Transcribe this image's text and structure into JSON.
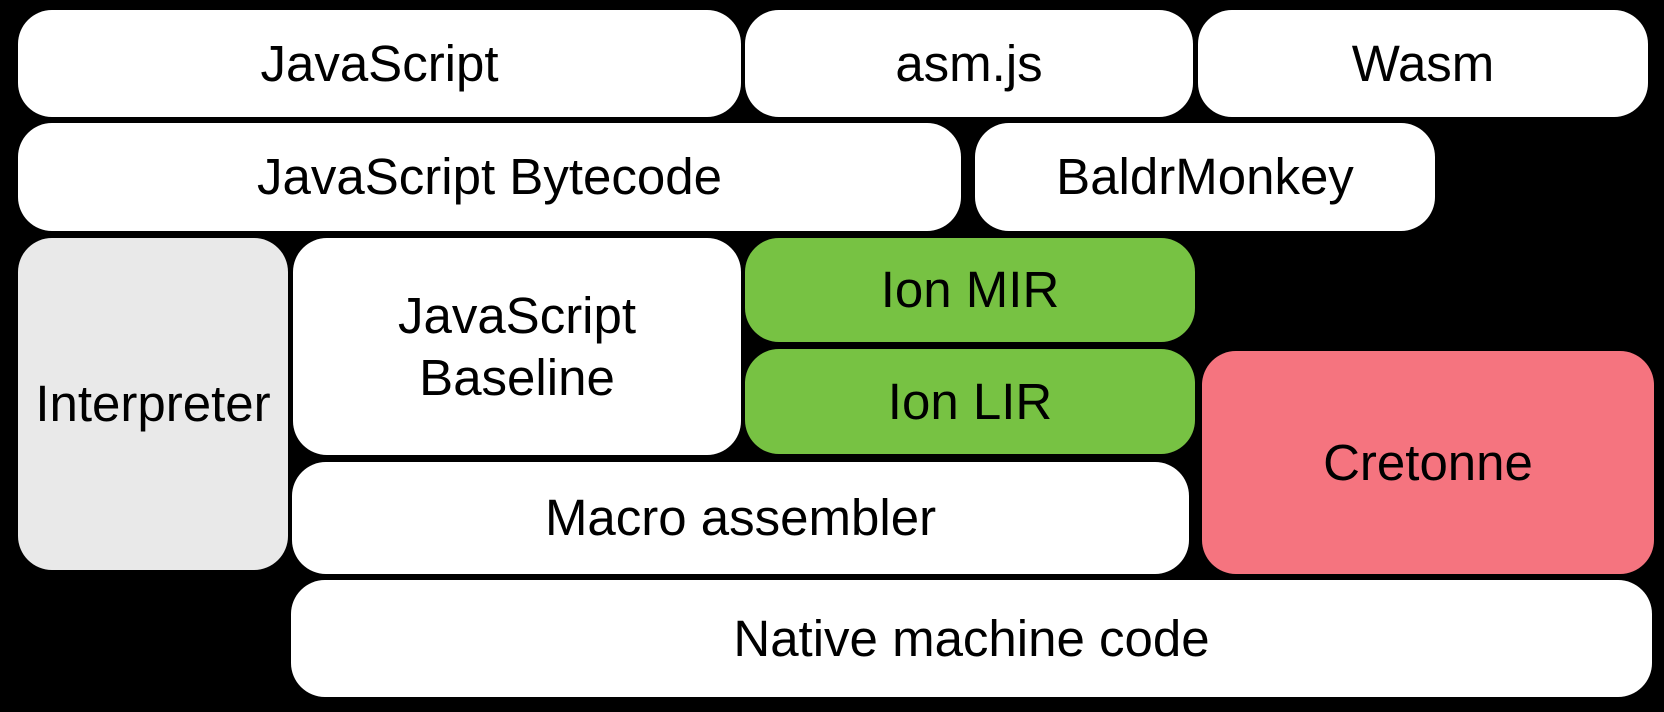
{
  "colors": {
    "background": "#000000",
    "box_white": "#ffffff",
    "box_gray": "#e9e9e9",
    "box_green": "#77c243",
    "box_pink": "#f5747f",
    "label_text": "#000000"
  },
  "boxes": {
    "javascript": {
      "label": "JavaScript"
    },
    "asmjs": {
      "label": "asm.js"
    },
    "wasm": {
      "label": "Wasm"
    },
    "bytecode": {
      "label": "JavaScript Bytecode"
    },
    "baldrmonkey": {
      "label": "BaldrMonkey"
    },
    "interpreter": {
      "label": "Interpreter"
    },
    "baseline": {
      "line1": "JavaScript",
      "line2": "Baseline"
    },
    "ion_mir": {
      "label": "Ion MIR"
    },
    "ion_lir": {
      "label": "Ion LIR"
    },
    "cretonne": {
      "label": "Cretonne"
    },
    "macro_assembler": {
      "label": "Macro assembler"
    },
    "native": {
      "label": "Native machine code"
    }
  }
}
